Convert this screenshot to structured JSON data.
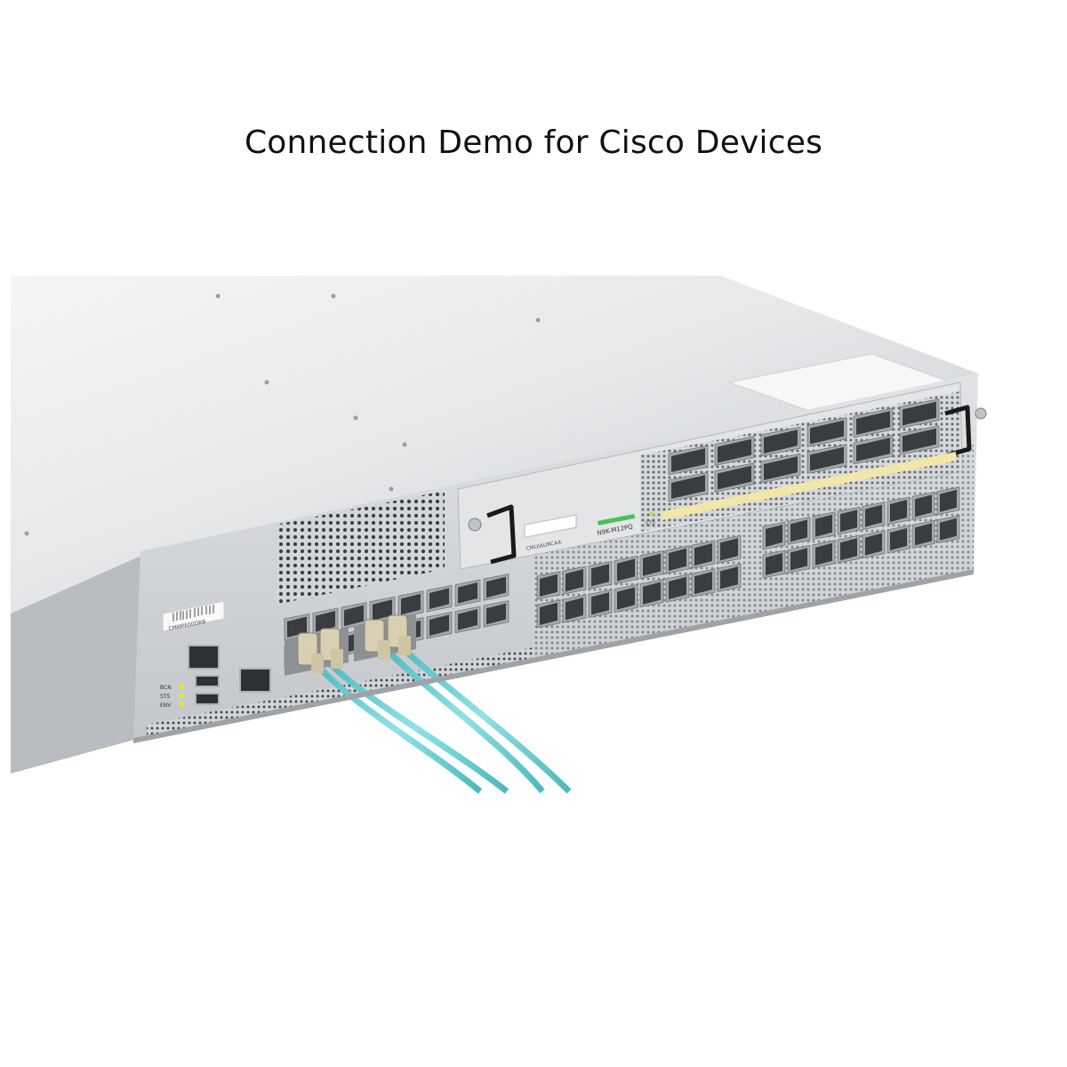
{
  "page": {
    "title": "Connection Demo for Cisco Devices"
  },
  "device": {
    "module_model": "N9K-M12PQ",
    "module_serial_label": "CMUIAURCAA",
    "chassis_serial_label": "CMMPE00DRB",
    "sts_label": "STS",
    "led_labels": [
      "BCN",
      "STS",
      "ENV"
    ]
  },
  "colors": {
    "chassis": "#c9ccd0",
    "chassis_top_light": "#f2f3f4",
    "front_panel": "#d6d9dc",
    "port_cage": "#9aa0a6",
    "port_hole": "#3a3d40",
    "cable": "#6fd0d4",
    "led_amber": "#e8e23a",
    "module_green": "#4bbf5a"
  }
}
